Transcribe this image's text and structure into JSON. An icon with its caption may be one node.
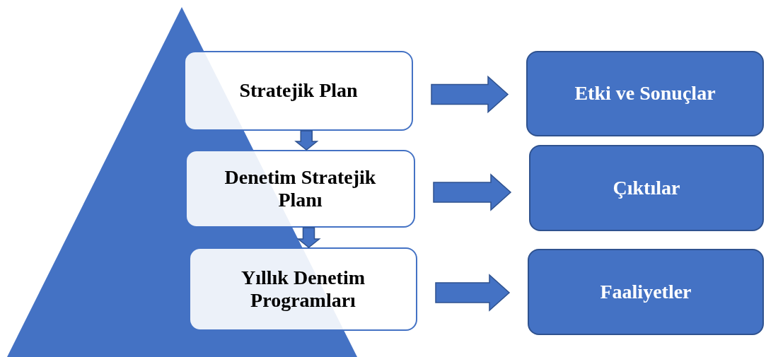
{
  "diagram": {
    "nodes": [
      {
        "text": [
          "Stratejik Plan"
        ]
      },
      {
        "text": [
          "Denetim Stratejik Planı"
        ]
      },
      {
        "text": [
          "Yıllık Denetim Programları"
        ]
      },
      {
        "text": [
          "Etki ve Sonuçlar"
        ]
      },
      {
        "text": [
          "Çıktılar"
        ]
      },
      {
        "text": [
          "Faaliyetler"
        ]
      }
    ],
    "edges": [
      {
        "from": 0,
        "to": 1,
        "arrow": "to"
      },
      {
        "from": 1,
        "to": 2,
        "arrow": "to"
      },
      {
        "from": 0,
        "to": 3,
        "arrow": "to"
      },
      {
        "from": 1,
        "to": 4,
        "arrow": "to"
      },
      {
        "from": 2,
        "to": 5,
        "arrow": "to"
      }
    ]
  }
}
